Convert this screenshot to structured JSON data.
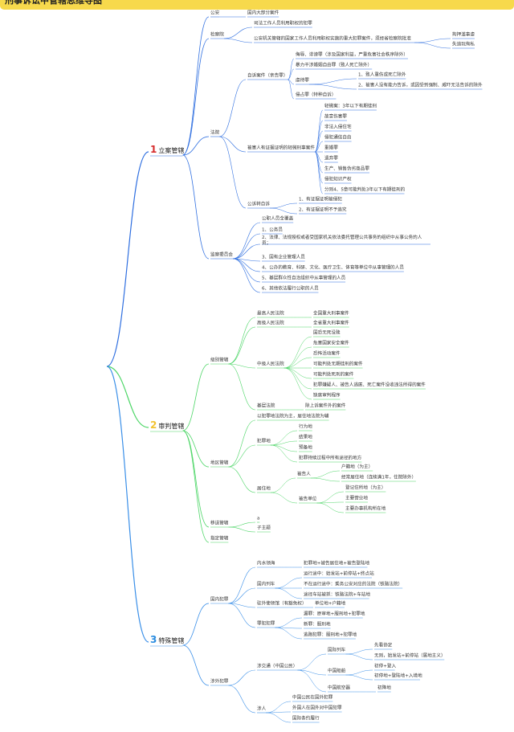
{
  "title": "刑事诉讼中管辖思维导图",
  "colors": {
    "branch1": "#2f6fe0",
    "branch2": "#4dd667",
    "branch3": "#3a8fe8",
    "num1": "#d62d2d",
    "num2": "#f2c230",
    "num3": "#2a8ce0",
    "root_bg": "#f7d94c"
  },
  "branches": [
    {
      "num": "1",
      "label": "立案管辖",
      "children": [
        {
          "label": "公安",
          "children": [
            {
              "label": "国内大部分案件"
            }
          ]
        },
        {
          "label": "检察院",
          "children": [
            {
              "label": "司法工作人员利用职权的犯罪"
            },
            {
              "label": "公安机关管辖的国家工作人员利用职权实施的重大犯罪案件，须经省检察院批准",
              "children": [
                {
                  "label": "拘押滥事虐"
                },
                {
                  "label": "失追玩徇私"
                }
              ]
            }
          ]
        },
        {
          "label": "法院",
          "children": [
            {
              "label": "自诉案件（亲告罪）",
              "children": [
                {
                  "label": "侮辱、诽谤罪（涉及国家利益，严重危害社会秩序除外）"
                },
                {
                  "label": "暴力干涉婚姻自由罪（致人死亡除外）"
                },
                {
                  "label": "虐待罪",
                  "children": [
                    {
                      "label": "1、致人重伤或死亡除外"
                    },
                    {
                      "label": "2、被害人没有能力告诉，或因受到强制、威吓无法告诉的除外"
                    }
                  ]
                },
                {
                  "label": "侵占罪（特种自诉）"
                }
              ]
            },
            {
              "label": "被害人有证据证明的轻微刑事案件",
              "children": [
                {
                  "label": "轻微案：3年以下有期徒刑"
                },
                {
                  "label": "故意伤害罪"
                },
                {
                  "label": "非法入侵住宅"
                },
                {
                  "label": "侵犯通信自由"
                },
                {
                  "label": "重婚罪"
                },
                {
                  "label": "遗弃罪"
                },
                {
                  "label": "生产、销售伪劣商品罪"
                },
                {
                  "label": "侵犯知识产权"
                },
                {
                  "label": "分则4、5章可能判处3年以下有期徒刑的"
                }
              ]
            },
            {
              "label": "公诉转自诉",
              "children": [
                {
                  "label": "1、有证据证明被侵犯"
                },
                {
                  "label": "2、有证据证明不予追究"
                }
              ]
            }
          ]
        },
        {
          "label": "监察委员会",
          "children": [
            {
              "label": "公职人员全覆盖"
            },
            {
              "label": "1、公务员"
            },
            {
              "label": "2、法律、法规授权或者受国家机关依法委托管理公共事务的组织中从事公务的人员；"
            },
            {
              "label": "3、国有企业管理人员"
            },
            {
              "label": "4、公办的教育、科研、文化、医疗卫生、体育等单位中从事管理的人员"
            },
            {
              "label": "5、基层群众性自治组织中从事管理的人员"
            },
            {
              "label": "6、其他依法履行公职的人员"
            }
          ]
        }
      ]
    },
    {
      "num": "2",
      "label": "审判管辖",
      "children": [
        {
          "label": "级别管辖",
          "children": [
            {
              "label": "最高人民法院",
              "children": [
                {
                  "label": "全国重大刑事案件"
                }
              ]
            },
            {
              "label": "高级人民法院",
              "children": [
                {
                  "label": "全省重大刑事案件"
                }
              ]
            },
            {
              "label": "中级人民法院",
              "children": [
                {
                  "label": "国恐无死没赎"
                },
                {
                  "label": "危害国家安全案件"
                },
                {
                  "label": "恐怖活动案件"
                },
                {
                  "label": "可能判处无期徒刑的案件"
                },
                {
                  "label": "可能判处死刑的案件"
                },
                {
                  "label": "犯罪嫌疑人、被告人逃匿、死亡案件没收违法所得的案件"
                },
                {
                  "label": "缺席审判程序"
                }
              ]
            },
            {
              "label": "基层法院",
              "children": [
                {
                  "label": "除上诉案件外的案件"
                }
              ]
            }
          ]
        },
        {
          "label": "地区管辖",
          "children": [
            {
              "label": "以犯罪地法院为主，居住地法院为辅"
            },
            {
              "label": "犯罪地",
              "children": [
                {
                  "label": "行为地"
                },
                {
                  "label": "结果地"
                },
                {
                  "label": "预备地"
                },
                {
                  "label": "犯罪持续过程中所有途径的地方"
                }
              ]
            },
            {
              "label": "居住地",
              "children": [
                {
                  "label": "被告人",
                  "children": [
                    {
                      "label": "户籍地（为主）"
                    },
                    {
                      "label": "经常居住地（连续满1年，住院除外）"
                    }
                  ]
                },
                {
                  "label": "被告单位",
                  "children": [
                    {
                      "label": "登记住所地（为主）"
                    },
                    {
                      "label": "主要营业地"
                    },
                    {
                      "label": "主要办事机构所在地"
                    }
                  ]
                }
              ]
            }
          ]
        },
        {
          "label": "移送管辖",
          "children": [
            {
              "label": "a"
            },
            {
              "label": "子主题"
            }
          ]
        },
        {
          "label": "指定管辖"
        }
      ]
    },
    {
      "num": "3",
      "label": "特殊管辖",
      "children": [
        {
          "label": "国内犯罪",
          "children": [
            {
              "label": "内水领海",
              "children": [
                {
                  "label": "犯罪地+被告居住地+被告登陆地"
                }
              ]
            },
            {
              "label": "国内列车",
              "children": [
                {
                  "label": "运行途中：始发站+前停站+终点站"
                },
                {
                  "label": "不在运行途中：乘务公安对应的法院（铁路法院）"
                },
                {
                  "label": "途径车站被抓：铁路法院+车站地"
                }
              ]
            },
            {
              "label": "驻外使领馆（有豁免权）",
              "children": [
                {
                  "label": "单位地+户籍地"
                }
              ]
            },
            {
              "label": "罪犯犯罪",
              "children": [
                {
                  "label": "漏罪：原审地+服刑地+犯罪地"
                },
                {
                  "label": "新罪：服刑地"
                },
                {
                  "label": "逃跑犯罪：服刑地+犯罪地"
                }
              ]
            }
          ]
        },
        {
          "label": "涉外犯罪",
          "children": [
            {
              "label": "涉交通（中国公民）",
              "children": [
                {
                  "label": "国际列车",
                  "children": [
                    {
                      "label": "先看协定"
                    },
                    {
                      "label": "无则，始发站+前停站（属地主义）"
                    }
                  ]
                },
                {
                  "label": "中国船舶",
                  "children": [
                    {
                      "label": "初停+登入"
                    },
                    {
                      "label": "初停地+登陆地+入境地"
                    }
                  ]
                },
                {
                  "label": "中国航空器",
                  "children": [
                    {
                      "label": "初降地"
                    }
                  ]
                }
              ]
            },
            {
              "label": "涉人",
              "children": [
                {
                  "label": "中国公民在国外犯罪"
                },
                {
                  "label": "外国人在国外对中国犯罪"
                },
                {
                  "label": "国际条约履行"
                }
              ]
            }
          ]
        }
      ]
    }
  ]
}
